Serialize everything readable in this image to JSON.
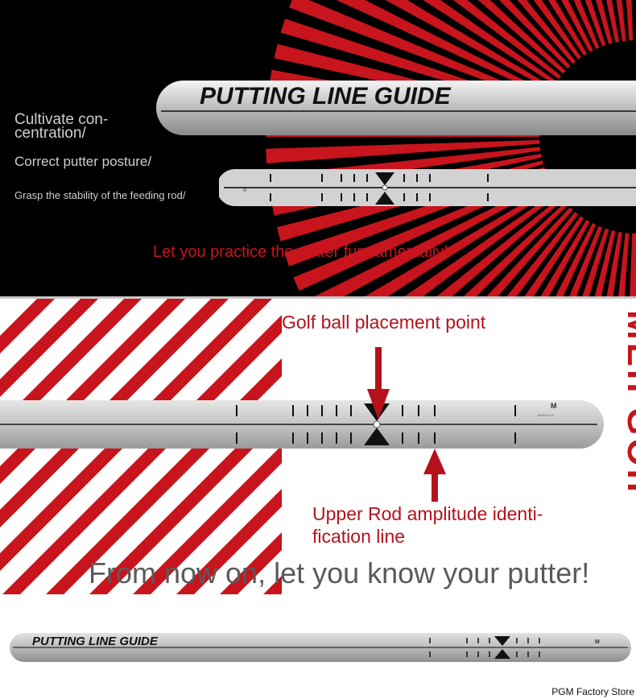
{
  "panel_top": {
    "bullets": [
      "Cultivate con-",
      "centration/",
      "Correct putter posture/",
      "Grasp the stability of the feeding rod/"
    ],
    "tagline": "Let you practice the putter fundamentally!",
    "guide_title": "PUTTING LINE GUIDE",
    "accent_color": "#c8141c"
  },
  "panel_middle": {
    "annotation_ball": "Golf ball placement point",
    "annotation_rod_line1": "Upper Rod amplitude identi-",
    "annotation_rod_line2": "fication line",
    "slogan": "From now on, let you know your putter!",
    "brand_vertical": "MEIFGOIF"
  },
  "panel_bottom": {
    "guide_title": "PUTTING LINE GUIDE",
    "store_name": "PGM Factory Store"
  }
}
